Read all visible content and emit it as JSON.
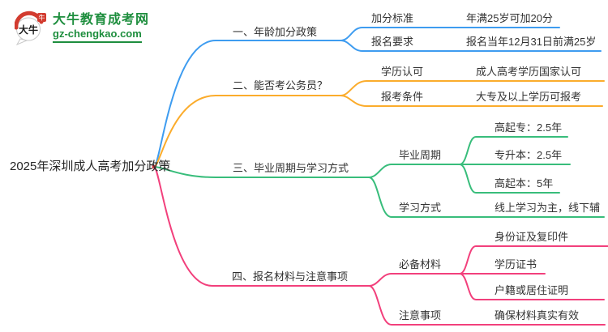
{
  "logo": {
    "site_name": "大牛教育成考网",
    "site_url": "gz-chengkao.com",
    "icon_text": "大牛",
    "seal_char": "牛",
    "brand_green": "#1e8e3e",
    "seal_red": "#d23b2f"
  },
  "mindmap": {
    "root": "2025年深圳成人高考加分政策",
    "branches": [
      {
        "label": "一、年龄加分政策",
        "color": "#3e9cf0",
        "children": [
          {
            "label": "加分标准",
            "value": "年满25岁可加20分"
          },
          {
            "label": "报名要求",
            "value": "报名当年12月31日前满25岁"
          }
        ]
      },
      {
        "label": "二、能否考公务员？",
        "color": "#fbac2c",
        "children": [
          {
            "label": "学历认可",
            "value": "成人高考学历国家认可"
          },
          {
            "label": "报考条件",
            "value": "大专及以上学历可报考"
          }
        ]
      },
      {
        "label": "三、毕业周期与学习方式",
        "color": "#38bd7b",
        "children": [
          {
            "label": "毕业周期",
            "items": [
              "高起专：2.5年",
              "专升本：2.5年",
              "高起本：5年"
            ]
          },
          {
            "label": "学习方式",
            "value": "线上学习为主，线下辅"
          }
        ]
      },
      {
        "label": "四、报名材料与注意事项",
        "color": "#f2407c",
        "children": [
          {
            "label": "必备材料",
            "items": [
              "身份证及复印件",
              "学历证书",
              "户籍或居住证明"
            ]
          },
          {
            "label": "注意事项",
            "value": "确保材料真实有效"
          }
        ]
      }
    ]
  }
}
